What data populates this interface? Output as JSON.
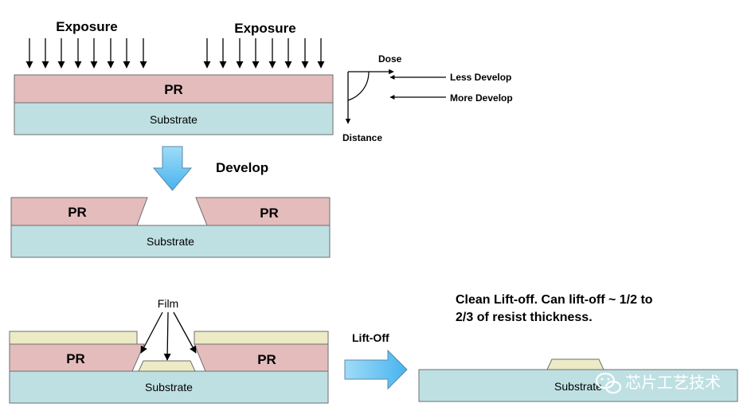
{
  "labels": {
    "exposure_left": "Exposure",
    "exposure_right": "Exposure",
    "pr": "PR",
    "substrate": "Substrate",
    "develop": "Develop",
    "dose": "Dose",
    "distance": "Distance",
    "less_develop": "Less Develop",
    "more_develop": "More Develop",
    "film": "Film",
    "lift_off": "Lift-Off",
    "note_line1": "Clean Lift-off.  Can lift-off ~ 1/2 to",
    "note_line2": "2/3 of resist thickness."
  },
  "watermark": {
    "text": "芯片工艺技术"
  },
  "colors": {
    "pr": "#e4bcbc",
    "substrate": "#bfe0e3",
    "film": "#ecebc5",
    "arrow_blue": "#58bdf2",
    "outline": "#6e6e6e"
  }
}
